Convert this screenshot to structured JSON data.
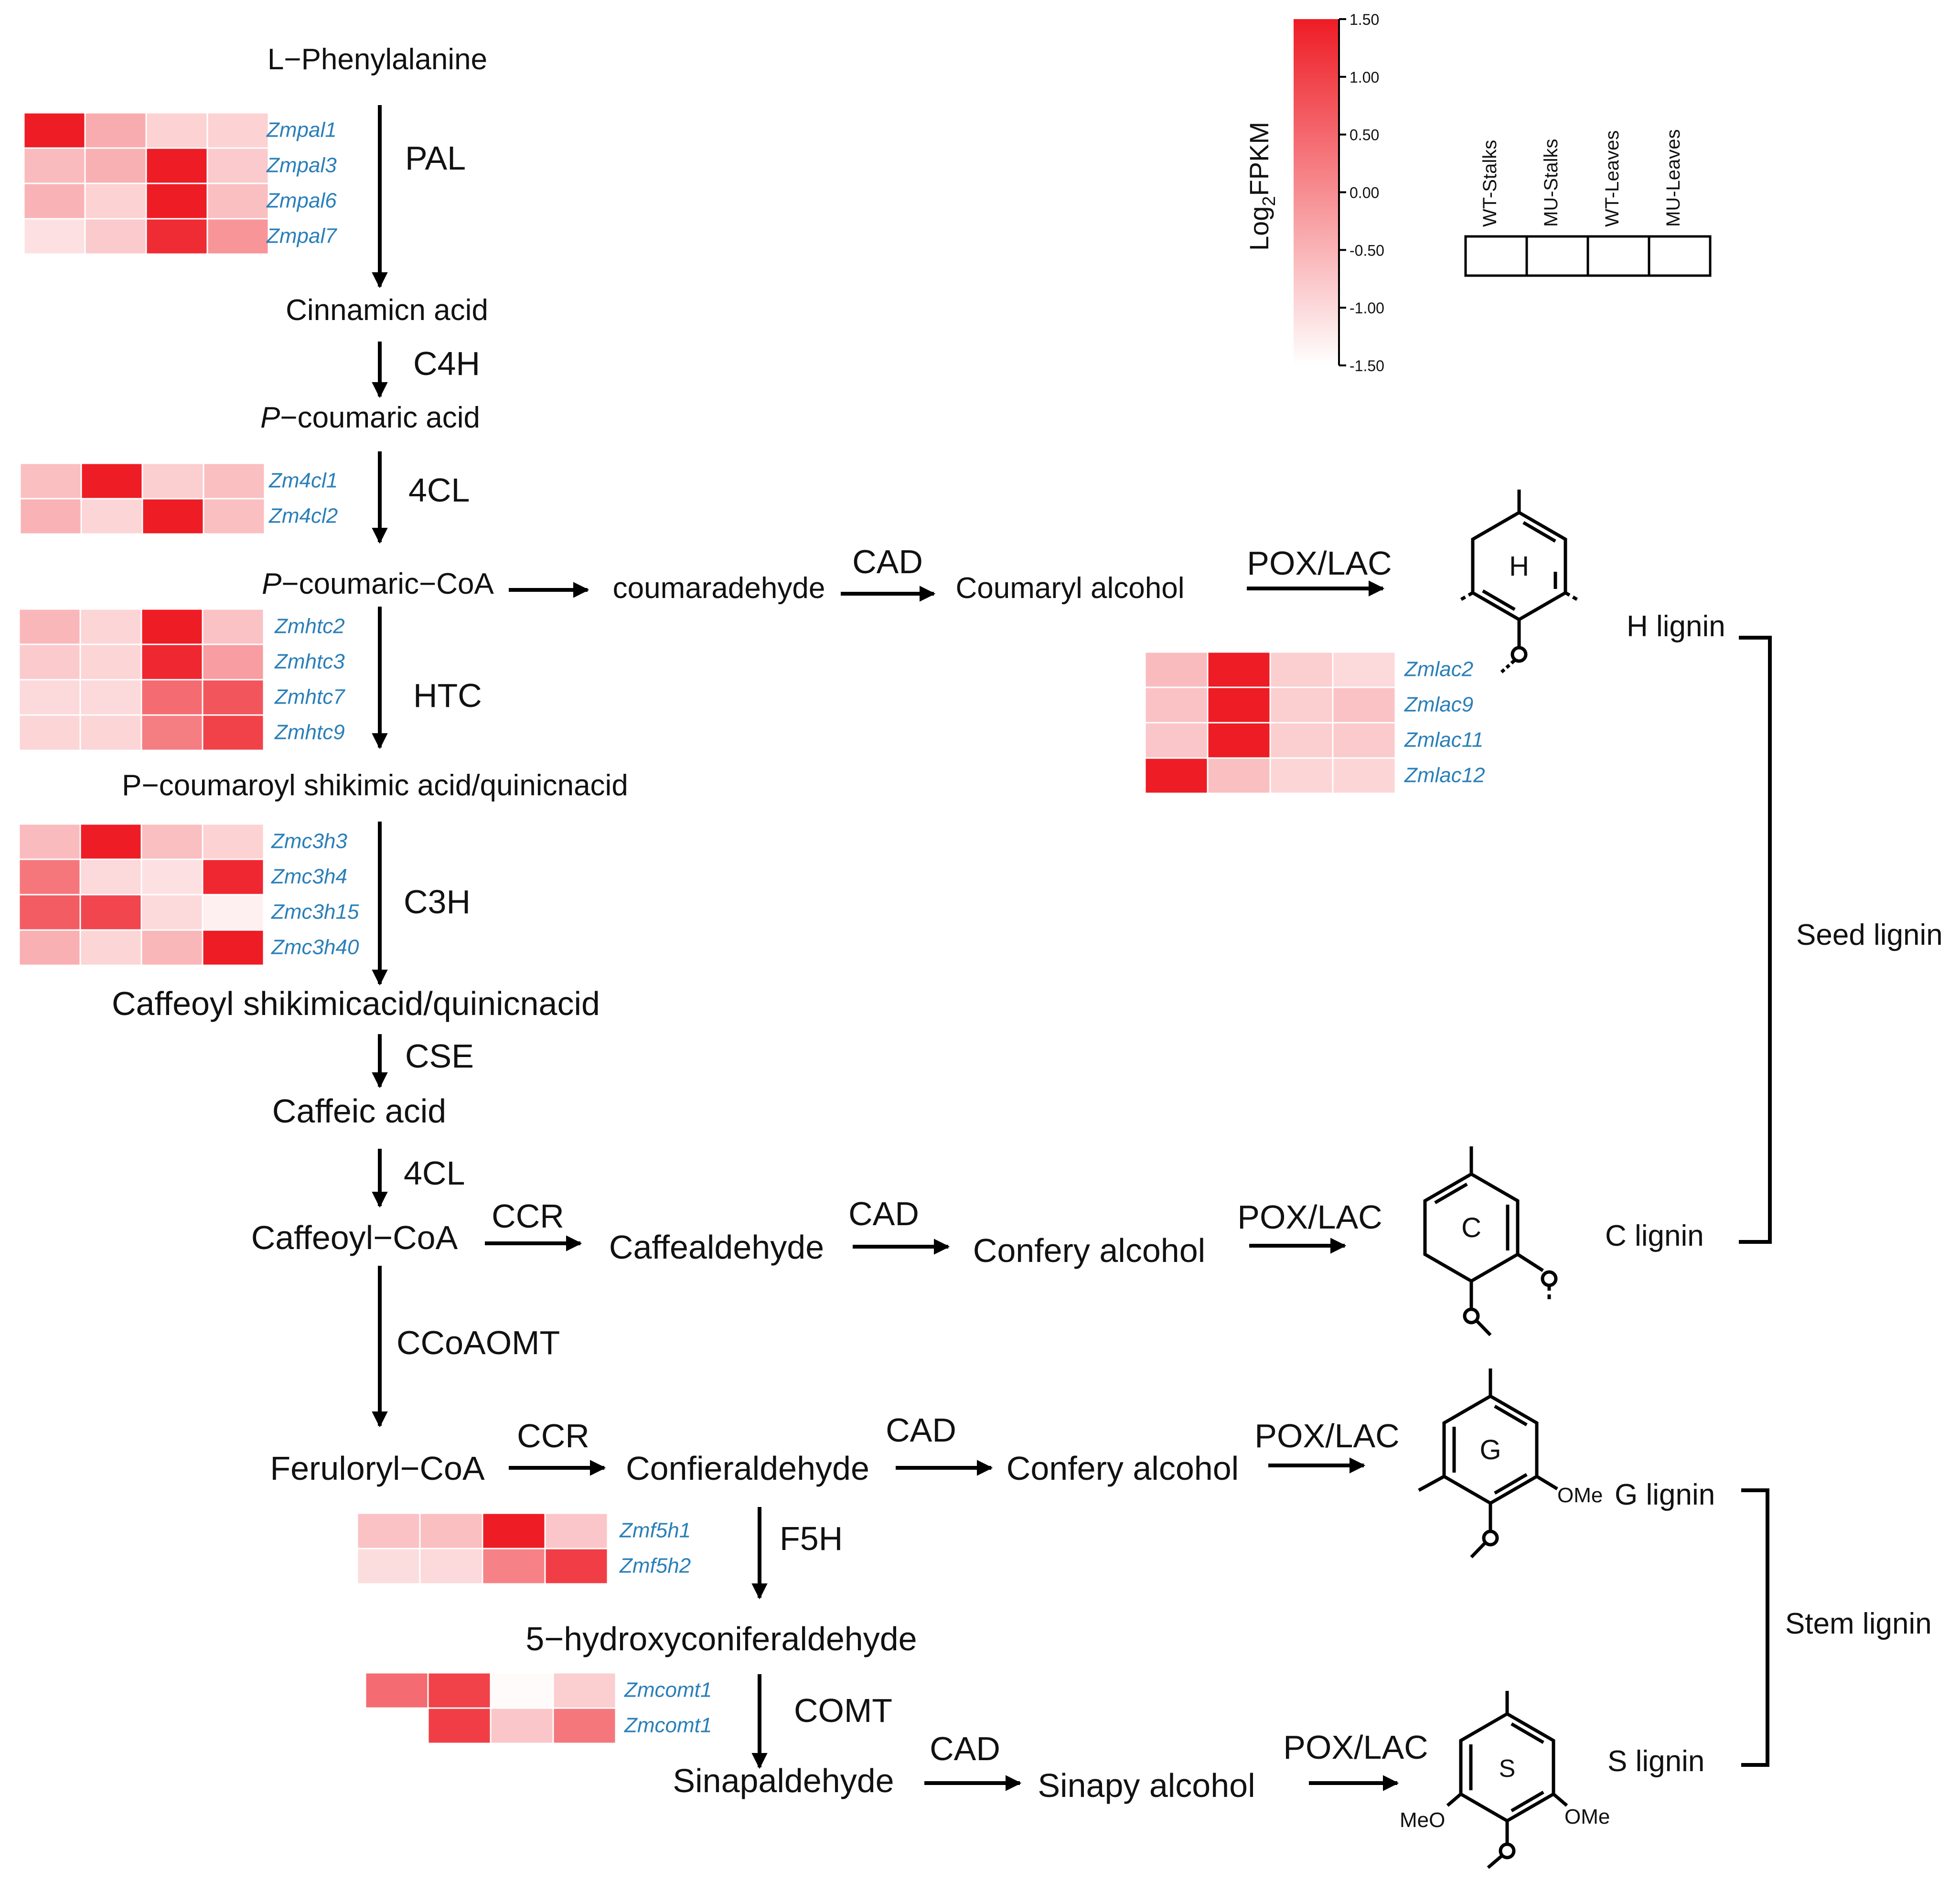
{
  "compounds": {
    "phe": "L−Phenylalanine",
    "cinnamic": "Cinnamicn acid",
    "pcoum_acid_prefix": "P",
    "pcoum_acid": "−coumaric acid",
    "pcoum_coa_prefix": "P",
    "pcoum_coa": "−coumaric−CoA",
    "coumaraldehyde": "coumaradehyde",
    "coumaryl_alcohol": "Coumaryl alcohol",
    "shikimic": "P−coumaroyl shikimic acid/quinicnacid",
    "caffeoyl_shikimic": "Caffeoyl shikimicacid/quinicnacid",
    "caffeic": "Caffeic acid",
    "caffeoyl_coa": "Caffeoyl−CoA",
    "caffealdehyde": "Caffealdehyde",
    "confery1": "Confery alcohol",
    "feruloyl_coa": "Feruloryl−CoA",
    "conferaldehyde": "Confieraldehyde",
    "confery2": "Confery alcohol",
    "hydroxy": "5−hydroxyconiferaldehyde",
    "sinapaldehyde": "Sinapaldehyde",
    "sinapy": "Sinapy alcohol"
  },
  "enzymes": {
    "pal": "PAL",
    "c4h": "C4H",
    "fourcl1": "4CL",
    "htc": "HTC",
    "c3h": "C3H",
    "cse": "CSE",
    "fourcl2": "4CL",
    "ccoaomt": "CCoAOMT",
    "f5h": "F5H",
    "comt": "COMT",
    "cad_h": "CAD",
    "pox_h": "POX/LAC",
    "ccr_c": "CCR",
    "cad_c": "CAD",
    "pox_c": "POX/LAC",
    "ccr_g": "CCR",
    "cad_g": "CAD",
    "pox_g": "POX/LAC",
    "cad_s": "CAD",
    "pox_s": "POX/LAC"
  },
  "lignins": {
    "h": "H lignin",
    "c": "C lignin",
    "g": "G lignin",
    "s": "S lignin",
    "seed": "Seed lignin",
    "stem": "Stem lignin"
  },
  "structures": {
    "h": {
      "label": "H",
      "left": "",
      "right": ""
    },
    "c": {
      "label": "C",
      "left": "",
      "right": ""
    },
    "g": {
      "label": "G",
      "left": "",
      "right": "OMe"
    },
    "s": {
      "label": "S",
      "left": "MeO",
      "right": "OMe"
    }
  },
  "legend": {
    "title": "Log",
    "title_sub": "2",
    "title_tail": "FPKM",
    "ticks": [
      "1.50",
      "1.00",
      "0.50",
      "0.00",
      "-0.50",
      "-1.00",
      "-1.50"
    ],
    "range": [
      -1.5,
      1.5
    ],
    "color_low": "#ffffff",
    "color_high": "#ee1c25",
    "samples": [
      "WT-Stalks",
      "MU-Stalks",
      "WT-Leaves",
      "MU-Leaves"
    ]
  },
  "heatmaps": {
    "pal": [
      {
        "gene": "Zmpal1",
        "values": [
          1.5,
          -0.4,
          -0.9,
          -0.9
        ]
      },
      {
        "gene": "Zmpal3",
        "values": [
          -0.6,
          -0.45,
          1.5,
          -0.8
        ]
      },
      {
        "gene": "Zmpal6",
        "values": [
          -0.5,
          -0.9,
          1.5,
          -0.65
        ]
      },
      {
        "gene": "Zmpal7",
        "values": [
          -1.1,
          -0.8,
          1.3,
          -0.1
        ]
      }
    ],
    "fourcl": [
      {
        "gene": "Zm4cl1",
        "values": [
          -0.65,
          1.5,
          -0.85,
          -0.65
        ]
      },
      {
        "gene": "Zm4cl2",
        "values": [
          -0.5,
          -0.95,
          1.5,
          -0.65
        ]
      }
    ],
    "htc": [
      {
        "gene": "Zmhtc2",
        "values": [
          -0.55,
          -0.95,
          1.5,
          -0.7
        ]
      },
      {
        "gene": "Zmhtc3",
        "values": [
          -0.8,
          -0.95,
          1.35,
          -0.2
        ]
      },
      {
        "gene": "Zmhtc7",
        "values": [
          -1.0,
          -1.0,
          0.45,
          0.75
        ]
      },
      {
        "gene": "Zmhtc9",
        "values": [
          -0.95,
          -0.95,
          0.2,
          1.0
        ]
      }
    ],
    "c3h": [
      {
        "gene": "Zmc3h3",
        "values": [
          -0.6,
          1.5,
          -0.65,
          -0.9
        ]
      },
      {
        "gene": "Zmc3h4",
        "values": [
          0.3,
          -1.0,
          -1.1,
          1.35
        ]
      },
      {
        "gene": "Zmc3h15",
        "values": [
          0.65,
          0.95,
          -1.0,
          -1.3
        ]
      },
      {
        "gene": "Zmc3h40",
        "values": [
          -0.45,
          -0.95,
          -0.55,
          1.5
        ]
      }
    ],
    "f5h": [
      {
        "gene": "Zmf5h1",
        "values": [
          -0.7,
          -0.65,
          1.5,
          -0.75
        ]
      },
      {
        "gene": "Zmf5h2",
        "values": [
          -1.05,
          -1.0,
          0.15,
          1.05
        ]
      }
    ],
    "comt": [
      {
        "gene": "Zmcomt1",
        "values": [
          0.45,
          1.0,
          -1.45,
          -0.85
        ]
      },
      {
        "gene": "Zmcomt1",
        "values": [
          null,
          1.05,
          -0.75,
          0.3
        ]
      }
    ],
    "lac": [
      {
        "gene": "Zmlac2",
        "values": [
          -0.6,
          1.5,
          -0.85,
          -1.0
        ]
      },
      {
        "gene": "Zmlac9",
        "values": [
          -0.7,
          1.5,
          -0.85,
          -0.7
        ]
      },
      {
        "gene": "Zmlac11",
        "values": [
          -0.75,
          1.5,
          -0.85,
          -0.8
        ]
      },
      {
        "gene": "Zmlac12",
        "values": [
          1.5,
          -0.65,
          -0.95,
          -0.95
        ]
      }
    ]
  }
}
